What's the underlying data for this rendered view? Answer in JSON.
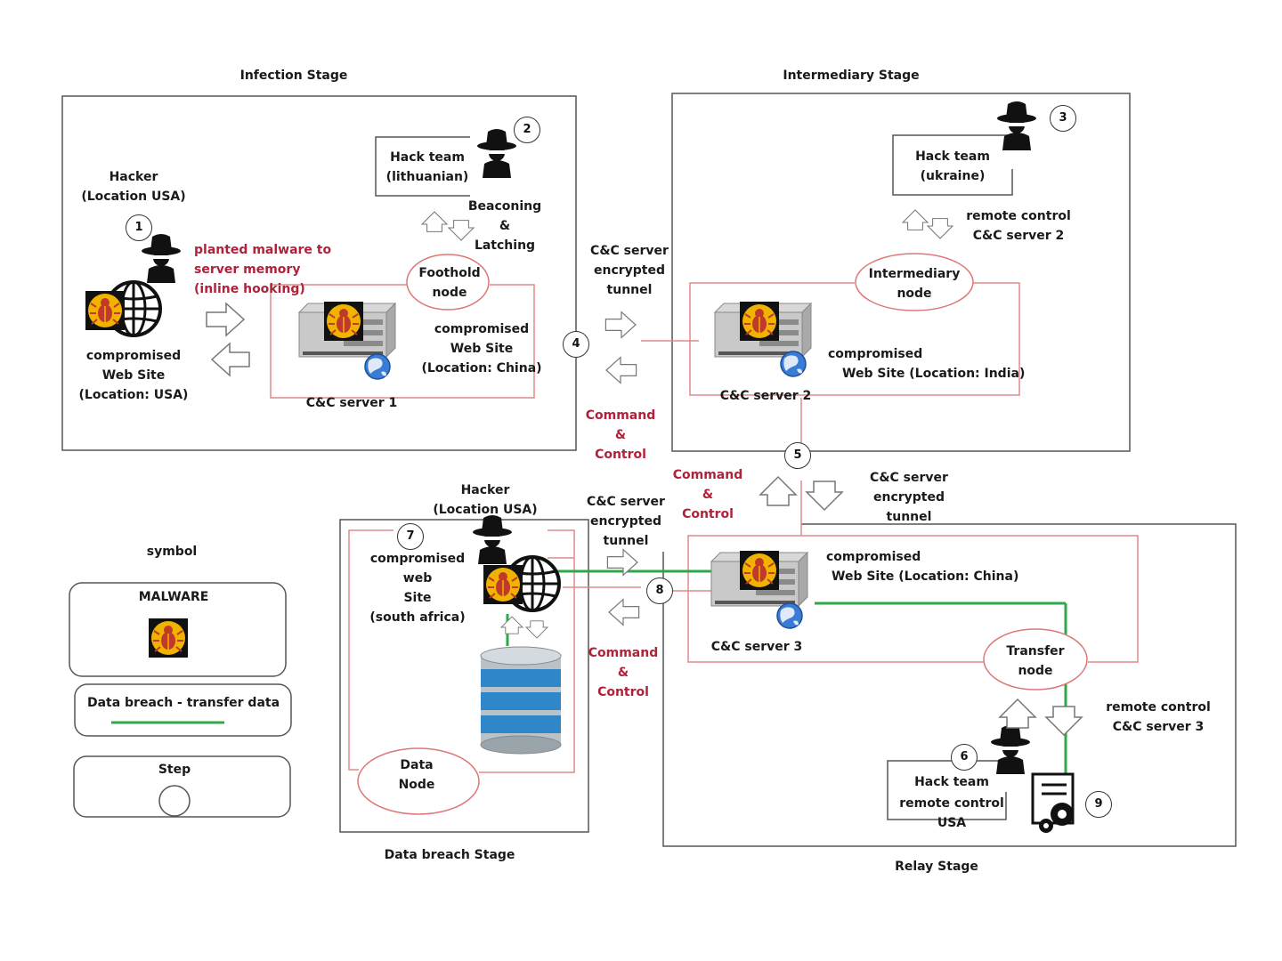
{
  "stages": {
    "infection": "Infection Stage",
    "intermediary": "Intermediary Stage",
    "data_breach": "Data breach Stage",
    "relay": "Relay Stage"
  },
  "infection": {
    "hacker": [
      "Hacker",
      "(Location USA)"
    ],
    "site": [
      "compromised",
      "Web Site",
      "(Location: USA)"
    ],
    "planted": [
      "planted malware to",
      "server memory",
      "(inline hooking)"
    ],
    "hack_team": [
      "Hack team",
      "(lithuanian)"
    ],
    "beaconing": [
      "Beaconing",
      "&",
      "Latching"
    ],
    "foothold": [
      "Foothold",
      "node"
    ],
    "server_site": [
      "compromised",
      "Web Site",
      "(Location: China)"
    ],
    "server_name": "C&C server  1"
  },
  "intermediary": {
    "hack_team": [
      "Hack team",
      "(ukraine)"
    ],
    "remote": [
      "remote control",
      "C&C server 2"
    ],
    "node": [
      "Intermediary",
      "node"
    ],
    "server_site": [
      "compromised",
      "Web Site (Location: India)"
    ],
    "server_name": "C&C server 2"
  },
  "links": {
    "tunnel_top": [
      "C&C server",
      "encrypted",
      "tunnel"
    ],
    "command_top": [
      "Command",
      "&",
      "Control"
    ],
    "command_mid": [
      "Command",
      "&",
      "Control"
    ],
    "tunnel_right": [
      "C&C server",
      "encrypted",
      "tunnel"
    ],
    "tunnel_bottom": [
      "C&C server",
      "encrypted",
      "tunnel"
    ],
    "command_bottom": [
      "Command",
      "&",
      "Control"
    ]
  },
  "data_breach": {
    "hacker": [
      "Hacker",
      "(Location USA)"
    ],
    "site": [
      "compromised",
      "web",
      "Site",
      "(south africa)"
    ],
    "node": [
      "Data",
      "Node"
    ]
  },
  "relay": {
    "server_site": [
      "compromised",
      "Web Site (Location: China)"
    ],
    "server_name": "C&C server 3",
    "transfer": [
      "Transfer",
      "node"
    ],
    "remote": [
      "remote control",
      "C&C server 3"
    ],
    "hack_team": [
      "Hack team",
      "remote control",
      "USA"
    ]
  },
  "legend": {
    "title": "symbol",
    "malware": "MALWARE",
    "breach": "Data breach - transfer data",
    "step": "Step"
  },
  "steps": [
    "1",
    "2",
    "3",
    "4",
    "5",
    "6",
    "7",
    "8",
    "9"
  ],
  "colors": {
    "red_line": "#e08a8a",
    "green_line": "#2ea84a",
    "red_text": "#b0223a",
    "malware_bg": "#f0b400"
  }
}
